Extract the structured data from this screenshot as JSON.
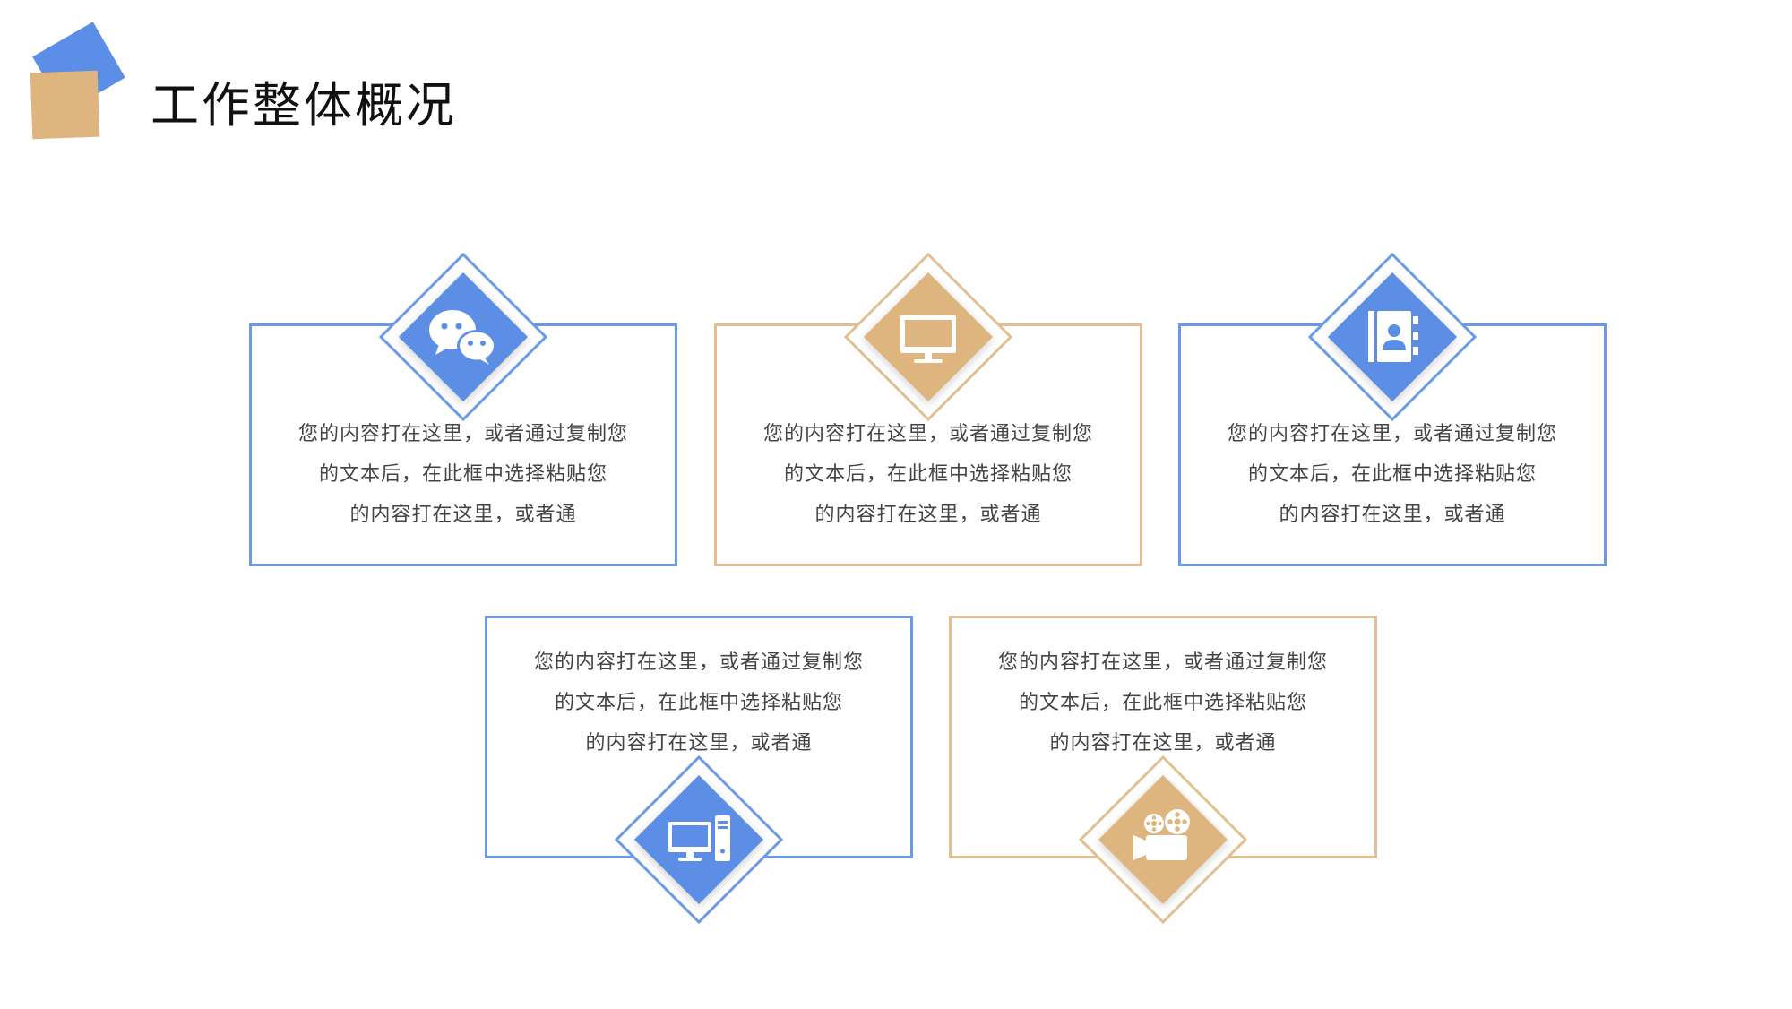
{
  "title": "工作整体概况",
  "colors": {
    "blue": "#5b8ee6",
    "blue_border": "#6a99e6",
    "tan": "#deb57f",
    "tan_border": "#e3bf8f"
  },
  "cards": [
    {
      "theme": "blue",
      "icon": "wechat-chat-icon",
      "lines": [
        "您的内容打在这里，或者通过复制您",
        "的文本后，在此框中选择粘贴您",
        "的内容打在这里，或者通"
      ]
    },
    {
      "theme": "tan",
      "icon": "monitor-icon",
      "lines": [
        "您的内容打在这里，或者通过复制您",
        "的文本后，在此框中选择粘贴您",
        "的内容打在这里，或者通"
      ]
    },
    {
      "theme": "blue",
      "icon": "contact-book-icon",
      "lines": [
        "您的内容打在这里，或者通过复制您",
        "的文本后，在此框中选择粘贴您",
        "的内容打在这里，或者通"
      ]
    },
    {
      "theme": "blue",
      "icon": "desktop-computer-icon",
      "lines": [
        "您的内容打在这里，或者通过复制您",
        "的文本后，在此框中选择粘贴您",
        "的内容打在这里，或者通"
      ]
    },
    {
      "theme": "tan",
      "icon": "movie-camera-icon",
      "lines": [
        "您的内容打在这里，或者通过复制您",
        "的文本后，在此框中选择粘贴您",
        "的内容打在这里，或者通"
      ]
    }
  ]
}
